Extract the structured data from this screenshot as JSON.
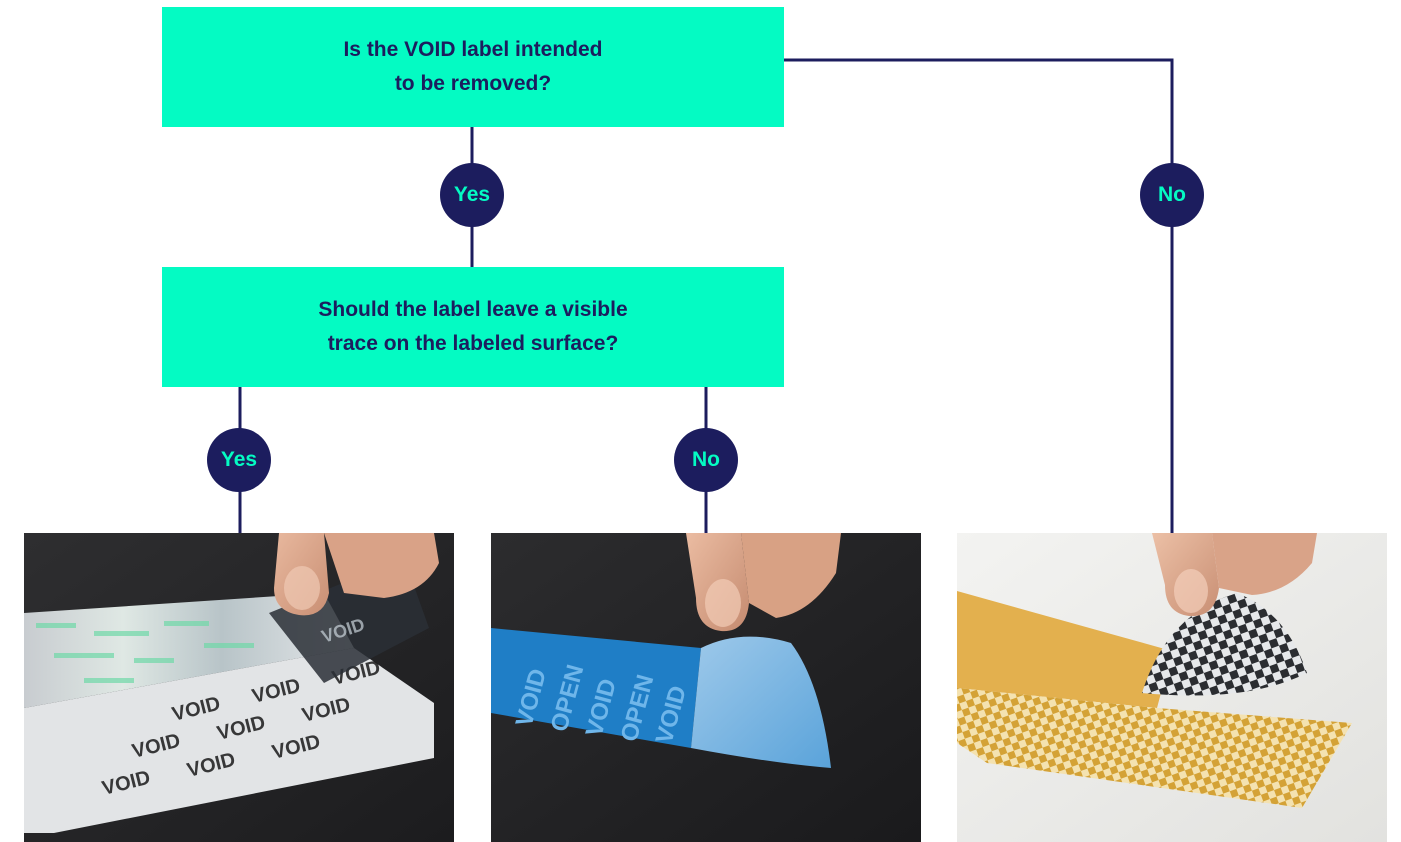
{
  "questions": {
    "removal": {
      "line1": "Is the VOID label intended",
      "line2": "to be removed?"
    },
    "trace": {
      "line1": "Should the label leave a visible",
      "line2": "trace on the labeled surface?"
    }
  },
  "answers": {
    "yes": "Yes",
    "no": "No"
  },
  "photos": {
    "holographic": {
      "print_text": "VOID"
    },
    "blue": {
      "print_text_1": "VOID",
      "print_text_2": "OPEN"
    }
  },
  "colors": {
    "accent": "#04fbc3",
    "navy": "#1c1d5e"
  }
}
